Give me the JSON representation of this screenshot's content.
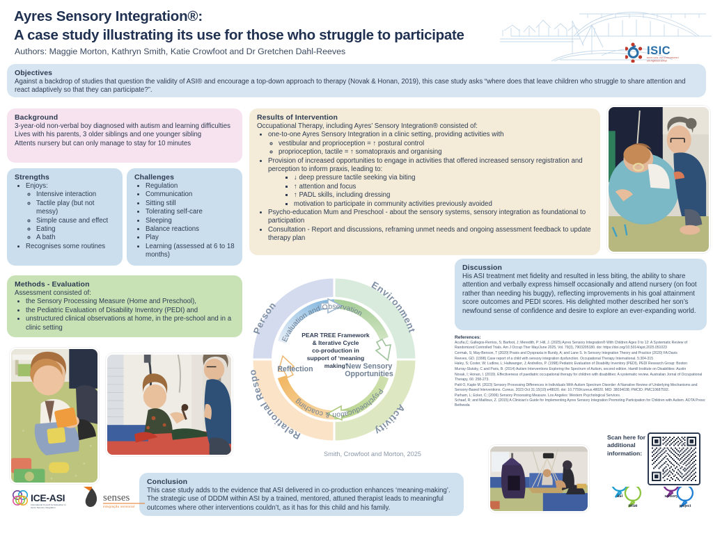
{
  "header": {
    "title_line1": "Ayres Sensory Integration®:",
    "title_line2": "A case study illustrating its use for those who struggle to participate",
    "authors": "Authors: Maggie Morton, Kathryn Smith, Katie Crowfoot and Dr Gretchen Dahl-Reeves",
    "logo_name": "ISIC",
    "logo_tagline_1": "MAIS QUE UM CONGRESSO",
    "logo_tagline_2": "um regresso social",
    "artwork_name": "porto-riverfront-line-art"
  },
  "objectives": {
    "heading": "Objectives",
    "body": "Against a backdrop of studies that question the validity of ASI® and encourage a top-down approach to therapy (Novak & Honan, 2019), this case study asks “where does that leave children who struggle to share attention and react adaptively so that they can participate?”."
  },
  "background": {
    "heading": "Background",
    "lines": [
      "3-year-old non-verbal boy diagnosed with autism and learning difficulties",
      "Lives with his parents, 3 older siblings and one younger sibling",
      "Attents nursery but can only manage to stay for 10 minutes"
    ]
  },
  "strengths": {
    "heading": "Strengths",
    "items": [
      {
        "text": "Enjoys:",
        "children": [
          "Intensive interaction",
          "Tactile play (but not messy)",
          "Simple cause and effect",
          "Eating",
          "A bath"
        ]
      },
      {
        "text": "Recognises some routines",
        "children": []
      }
    ]
  },
  "challenges": {
    "heading": "Challenges",
    "items": [
      "Regulation",
      "Communication",
      "Sitting still",
      "Tolerating self-care",
      "Sleeping",
      "Balance reactions",
      "Play",
      "Learning (assessed at 6 to 18 months)"
    ]
  },
  "results": {
    "heading": "Results of Intervention",
    "intro": "Occupational Therapy, including Ayres’ Sensory Integration® consisted of:",
    "b1": "one-to-one Ayres Sensory Integration in a clinic setting, providing activities with",
    "b1a": "vestibular and proprioception = ↑ postural control",
    "b1b": "proprioception, tactile = ↑ somatopraxis and organising",
    "b2": "Provision of increased opportunities to engage in activities that offered increased sensory registration and perception to inform praxis, leading to:",
    "b2a": "↓ deep pressure tactile seeking via biting",
    "b2b": "↑ attention and focus",
    "b2c": "↑ PADL skills, including dressing",
    "b2d": "motivation to participate in community activities previously avoided",
    "b3": "Psycho-education Mum and Preschool - about the sensory systems, sensory integration as foundational to participation",
    "b4": "Consultation - Report and discussions, reframing unmet needs and ongoing assessment feedback to update therapy plan"
  },
  "methods": {
    "heading": "Methods - Evaluation",
    "intro": "Assessment consisted of:",
    "items": [
      "the Sensory Processing Measure (Home and Preschool),",
      "the Pediatric Evaluation of Disability Inventory (PEDI) and",
      "unstructured clinical observations at home, in the pre-school and in a clinic setting"
    ]
  },
  "discussion": {
    "heading": "Discussion",
    "body": "His ASI treatment met fidelity and resulted in less biting, the ability to share attention and verbally express himself occasionally and attend nursery (on foot rather than needing his buggy), reflecting improvements in his goal attainment score outcomes and PEDI scores. His delighted mother described her son’s newfound sense of confidence and desire to explore an ever-expanding world."
  },
  "conclusion": {
    "heading": "Conclusion",
    "body": "This case study adds to the evidence that ASI delivered in co-production enhances ‘meaning-making’. The strategic use of DDDM within ASI by a trained, mentored, attuned therapist leads to meaningful outcomes where other interventions couldn’t, as it has for this child and his family."
  },
  "wheel": {
    "center_line1": "PEAR TREE Framework",
    "center_line2": "& Iterative Cycle",
    "center_line3": "co-production in",
    "center_line4": "support of ‘meaning",
    "center_line5": "making’",
    "quadrant_person": "Person",
    "quadrant_environment": "Environment",
    "quadrant_activity": "Activity",
    "quadrant_relational": "Relational Response",
    "step_evaluation": "Evaluation and Observation",
    "step_new_sensory_1": "New Sensory",
    "step_new_sensory_2": "Opportunities",
    "step_psychoeducation": "Psychoeducation & coaching",
    "step_reflection": "Reflection",
    "caption": "Smith, Crowfoot and Morton, 2025",
    "color_person": "#d5dbee",
    "color_environment": "#d8ebdc",
    "color_activity": "#dde7c2",
    "color_relational": "#fbe3c8"
  },
  "references": {
    "heading": "References:",
    "items": [
      "Acuña,C; Gallegos-Rerrios, S; Barfoot, J; Meredith, P; Hill, J. (2025) Ayres Sensory Integration® With Children Ages 0 to 12: A Systematic Review of Randomized Controlled Trials. Am J Occup Ther May/June 2025, Vol. 79(3), 7903205180. doi: https://doi.org/10.5014/ajot.2025.051023",
      "Cermak, S; May-Benson, T (2020) Praxis and Dyspraxia in Bundy, A; and Lane S. In Sensory Integration Theory and Practice (2020) FA Davis",
      "Reeves, GD. (1998) Case report of a child with sensory integration dysfunction. Occupational Therapy International. 5:304-315",
      "Haley, S; Coster, W; Ludlow, L; Haltwanger, J; Andrellos, P. (1998) Pediatric Evaluation of Disability Inventory (PEDI), PEDI Research Group: Boston",
      "Murray-Slutsky, C and Paris, B. (2014) Autism Interventions Exploring the Spectrum of Autism, second edition. Hamill Institute on Disabilities: Austin",
      "Novak, I; Honan, I. (2019). Effectiveness of paediatric occupational therapy for children with disabilities: A systematic review.  Australian Jornal of Occupational Therapy, 66: 258-273.",
      "Patil O, Kaple M. (2023) Sensory Processing Differences in Individuals With Autism Spectrum Disorder: A Narrative Review of Underlying Mechanisms and Sensory-Based Interventions. Cureus. 2023 Oct 31;15(10):e48020. doi: 10.7759/cureus.48020. MID: 38034038; PMCID: PMC10687592.",
      "Parham, L; Ecker, C; (2006) Sensory Processing Measure. Los Angeles: Western Psychological Services.",
      "Schaaf, R; and Mailloux, Z. (2015) A Clinician’s Guide for Implementing Ayres Sensory Integration Promoting Participation for Children with Autism. AOTA Press: Bethesda"
    ]
  },
  "scan": {
    "label_line1": "Scan here for",
    "label_line2": "additional",
    "label_line3": "information:",
    "qr_name": "qr-code"
  },
  "bubble_logos": [
    {
      "word1": "asi",
      "word2": "wise",
      "color1": "#1f9ed4",
      "color2": "#8cc63f"
    },
    {
      "word1": "sensory",
      "word2": "project",
      "color1": "#7b2d8b",
      "color2": "#1f7fd4"
    }
  ],
  "footer_logos": {
    "ice_name": "ICE-ASI",
    "ice_sub1": "International Council for Education in",
    "ice_sub2": "Ayres Sensory Integration",
    "senses_name": "senses",
    "senses_sub": "integração sensorial"
  },
  "photos": [
    {
      "name": "photo-child-on-therapy-ball-with-therapist"
    },
    {
      "name": "photo-child-playing-with-foam-blocks"
    },
    {
      "name": "photo-child-sitting-with-therapist"
    },
    {
      "name": "photo-child-on-platform-swing"
    }
  ]
}
